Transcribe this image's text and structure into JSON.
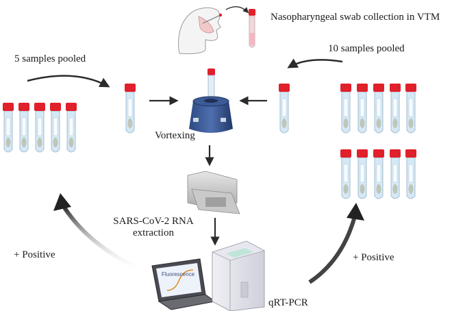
{
  "labels": {
    "swab": "Nasopharyngeal swab collection in VTM",
    "pool_left": "5 samples pooled",
    "pool_right": "10 samples pooled",
    "vortex": "Vortexing",
    "extraction_line1": "SARS-CoV-2 RNA",
    "extraction_line2": "extraction",
    "positive_left": "+ Positive",
    "positive_right": "+ Positive",
    "pcr": "qRT-PCR",
    "screen": "Fluorescence"
  },
  "colors": {
    "cap": "#e0202a",
    "tube": "#d6e8f5",
    "tube_stroke": "#8fb1c9",
    "pellet": "#bfc6b8",
    "arrow": "#2b2b2b",
    "curve_arrow": "#222222"
  },
  "icons": [
    "person-swab-icon",
    "vtm-tube-icon",
    "vortex-mixer-icon",
    "extraction-machine-icon",
    "laptop-icon",
    "pcr-machine-icon"
  ]
}
